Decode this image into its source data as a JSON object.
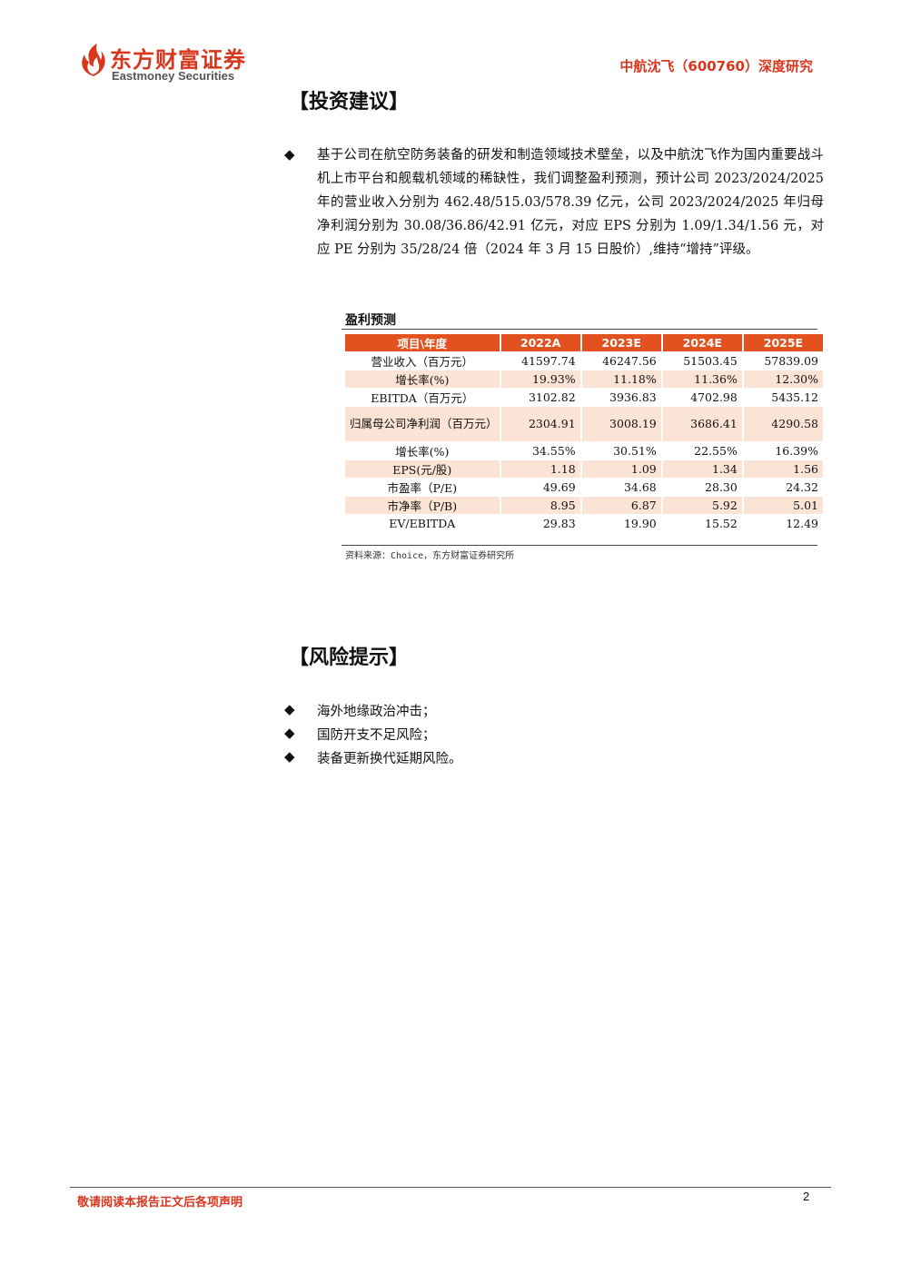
{
  "header": {
    "logo_cn": "东方财富证券",
    "logo_en": "Eastmoney Securities",
    "report_title": "中航沈飞（600760）深度研究"
  },
  "colors": {
    "brand": "#d9361e",
    "table_header": "#e2511e",
    "table_shade": "#fbe3d5"
  },
  "investment": {
    "title": "【投资建议】",
    "bullet_icon": "◆",
    "paragraph": "基于公司在航空防务装备的研发和制造领域技术壁垒，以及中航沈飞作为国内重要战斗机上市平台和舰载机领域的稀缺性，我们调整盈利预测，预计公司 2023/2024/2025 年的营业收入分别为 462.48/515.03/578.39 亿元，公司 2023/2024/2025 年归母净利润分别为 30.08/36.86/42.91 亿元，对应 EPS 分别为 1.09/1.34/1.56 元，对应 PE 分别为 35/28/24 倍（2024 年 3 月 15 日股价）,维持“增持”评级。"
  },
  "forecast_table": {
    "title": "盈利预测",
    "headers": [
      "项目\\年度",
      "2022A",
      "2023E",
      "2024E",
      "2025E"
    ],
    "rows": [
      {
        "label": "营业收入（百万元）",
        "values": [
          "41597.74",
          "46247.56",
          "51503.45",
          "57839.09"
        ],
        "shaded": false
      },
      {
        "label": "增长率(%)",
        "values": [
          "19.93%",
          "11.18%",
          "11.36%",
          "12.30%"
        ],
        "shaded": true
      },
      {
        "label": "EBITDA（百万元）",
        "values": [
          "3102.82",
          "3936.83",
          "4702.98",
          "5435.12"
        ],
        "shaded": false
      },
      {
        "label": "归属母公司净利润（百万元）",
        "values": [
          "2304.91",
          "3008.19",
          "3686.41",
          "4290.58"
        ],
        "shaded": true
      },
      {
        "label": "增长率(%)",
        "values": [
          "34.55%",
          "30.51%",
          "22.55%",
          "16.39%"
        ],
        "shaded": false
      },
      {
        "label": "EPS(元/股)",
        "values": [
          "1.18",
          "1.09",
          "1.34",
          "1.56"
        ],
        "shaded": true
      },
      {
        "label": "市盈率（P/E)",
        "values": [
          "49.69",
          "34.68",
          "28.30",
          "24.32"
        ],
        "shaded": false
      },
      {
        "label": "市净率（P/B)",
        "values": [
          "8.95",
          "6.87",
          "5.92",
          "5.01"
        ],
        "shaded": true
      },
      {
        "label": "EV/EBITDA",
        "values": [
          "29.83",
          "19.90",
          "15.52",
          "12.49"
        ],
        "shaded": false
      }
    ],
    "source": "资料来源：Choice，东方财富证券研究所"
  },
  "risk": {
    "title": "【风险提示】",
    "items": [
      "海外地缘政治冲击；",
      "国防开支不足风险；",
      "装备更新换代延期风险。"
    ]
  },
  "footer": {
    "disclaimer": "敬请阅读本报告正文后各项声明",
    "page_number": "2"
  }
}
